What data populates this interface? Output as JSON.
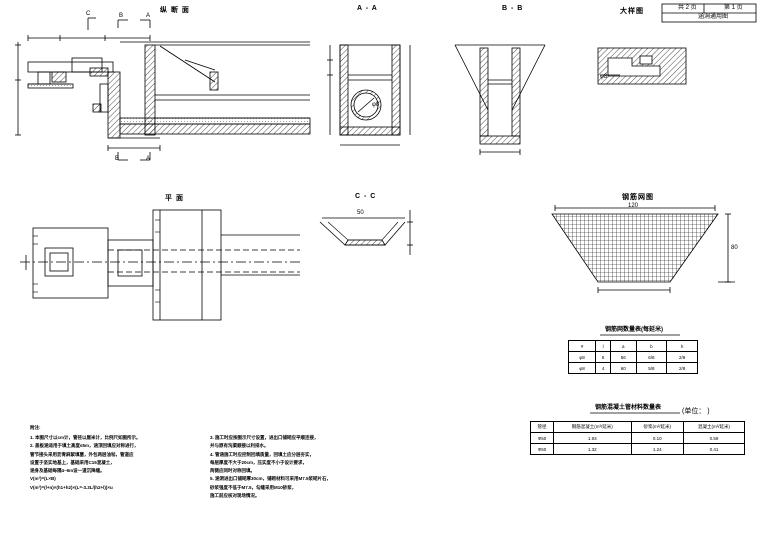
{
  "titles": {
    "plan_section": "纵 断 面",
    "section_aa": "A - A",
    "section_bb": "B - B",
    "detail": "大样图",
    "plan": "平 面",
    "section_cc": "C - C",
    "mesh": "钢筋网图"
  },
  "title_block": {
    "sheet_total": "共 2 页",
    "sheet_no": "第 1 页",
    "name": "涵洞通用图"
  },
  "section_marks": {
    "a": "A",
    "b": "B",
    "c": "C"
  },
  "small_labels": {
    "bar_diam_1": "φ8",
    "bar_diam_2": "φ8",
    "dim_cc_top": "50",
    "width_mark": "120",
    "height_mark": "80"
  },
  "table1": {
    "caption": "钢筋网数量表(每延米)",
    "header": [
      "#",
      "l",
      "a",
      "b",
      "h"
    ],
    "rows": [
      [
        "φ8",
        "5",
        "56",
        "6/8",
        "2/8"
      ],
      [
        "φ8",
        "4",
        "60",
        "5/8",
        "2/8"
      ]
    ]
  },
  "table2": {
    "caption": "钢筋混凝土管材料数量表",
    "unit": "(单位： )",
    "header": [
      "管径",
      "钢筋混凝土(m³/延米)",
      "砂浆(m³/延米)",
      "混凝土(m³/延米)"
    ],
    "rows": [
      [
        "Φ50",
        "1.93",
        "0.10",
        "0.59"
      ],
      [
        "Φ50",
        "1.32",
        "1.24",
        "0.41"
      ]
    ]
  },
  "notes": {
    "heading": "附注:",
    "left": [
      "1. 本图尺寸以cm计，管径以厘米计，比例尺如图所示。",
      "2. 盖板涵适用于填土高度≤5m，涵顶回填应对称进行，",
      "   管节接头采用沥青麻絮填塞，外包两层油毡，管道应",
      "   设置于坚实地基上，基础采用C15混凝土，",
      "   涵身及基础每隔4~6m设一道沉降缝。",
      "   V(m³)=(L×B)",
      "   V(m³)=(l+n)×(h1+h2)×(L=-3.3L/(h2+l))×u"
    ],
    "right": [
      "3. 施工时应按图示尺寸设置，进出口铺砌应平顺连接，",
      "   并与原有沟渠顺接以利排水。",
      "4. 管涵施工时应控制回填质量，回填土应分层夯实，",
      "   每层厚度不大于20cm，压实度不小于设计要求，",
      "   两侧应同时对称回填。",
      "5. 涵洞进出口铺砌厚30cm，铺砌材料可采用M7.5浆砌片石，",
      "   砂浆强度不低于M7.5，勾缝采用M10砂浆，",
      "   施工前应核对现场情况。"
    ]
  }
}
